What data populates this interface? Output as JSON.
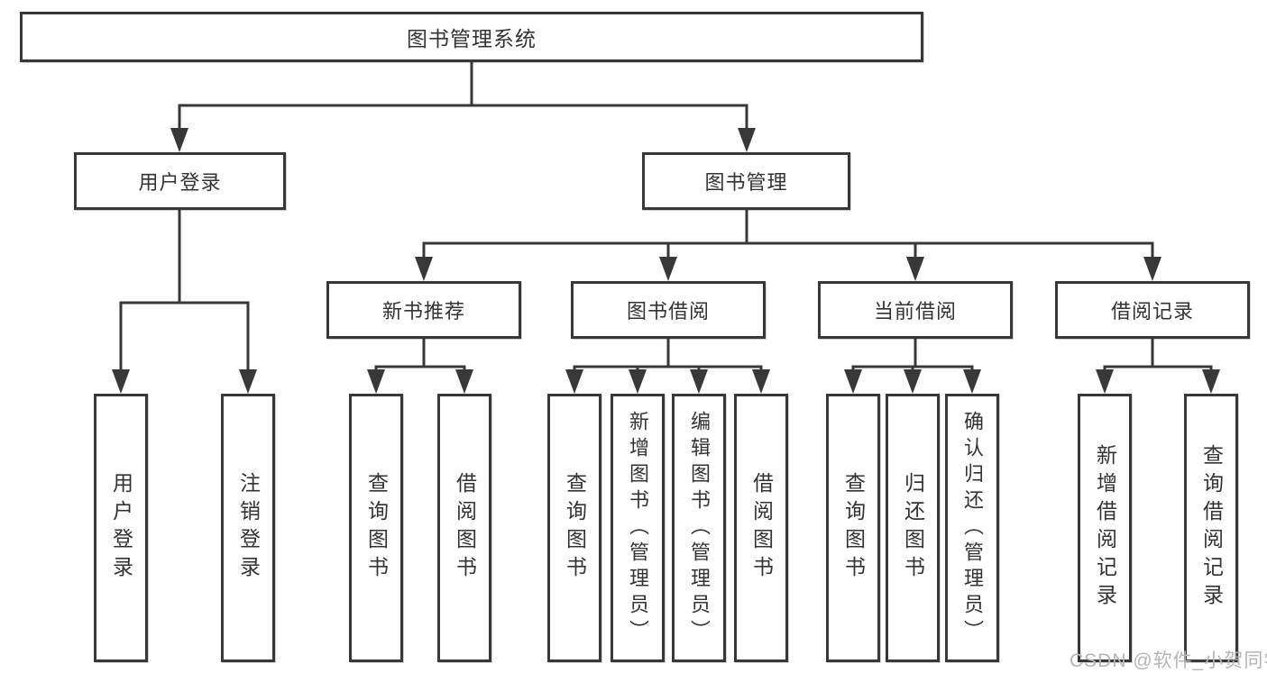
{
  "diagram": {
    "root": {
      "label": "图书管理系统"
    },
    "branches": [
      {
        "label": "用户登录",
        "children": [
          {
            "label": "用户登录"
          },
          {
            "label": "注销登录"
          }
        ]
      },
      {
        "label": "图书管理",
        "children": [
          {
            "label": "新书推荐",
            "children": [
              {
                "label": "查询图书"
              },
              {
                "label": "借阅图书"
              }
            ]
          },
          {
            "label": "图书借阅",
            "children": [
              {
                "label": "查询图书"
              },
              {
                "label": "新增图书（管理员）"
              },
              {
                "label": "编辑图书（管理员）"
              },
              {
                "label": "借阅图书"
              }
            ]
          },
          {
            "label": "当前借阅",
            "children": [
              {
                "label": "查询图书"
              },
              {
                "label": "归还图书"
              },
              {
                "label": "确认归还（管理员）"
              }
            ]
          },
          {
            "label": "借阅记录",
            "children": [
              {
                "label": "新增借阅记录"
              },
              {
                "label": "查询借阅记录"
              }
            ]
          }
        ]
      }
    ]
  },
  "watermark": {
    "text": "CSDN @软件_小贺同学"
  },
  "colors": {
    "line": "#383838",
    "text": "#333333",
    "watermark": "#b5b5b5",
    "background": "#ffffff"
  }
}
